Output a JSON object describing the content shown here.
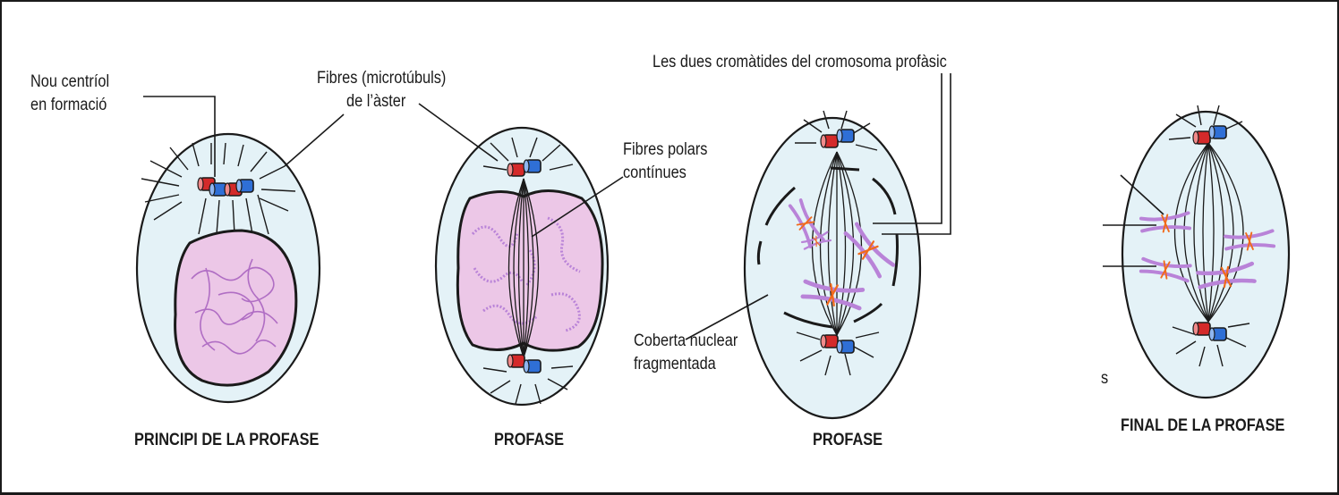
{
  "labels": {
    "new_centriole_line1": "Nou centríol",
    "new_centriole_line2": "en formació",
    "aster_fibres_line1": "Fibres (microtúbuls)",
    "aster_fibres_line2": "de l’àster",
    "polar_fibres_line1": "Fibres polars",
    "polar_fibres_line2": "contínues",
    "chromatids": "Les dues cromàtides del cromosoma profàsic",
    "envelope_line1": "Coberta nuclear",
    "envelope_line2": "fragmentada",
    "stray_letter": "s"
  },
  "captions": {
    "stage1": "PRINCIPI DE LA PROFASE",
    "stage2": "PROFASE",
    "stage3": "PROFASE",
    "stage4": "FINAL DE LA PROFASE"
  },
  "colors": {
    "cytoplasm": "#e4f2f7",
    "outline": "#1a1a1a",
    "nucleus": "#ecc7e7",
    "chromatin": "#b06ec4",
    "chromosome": "#b983d8",
    "centromere": "#f26a1b",
    "centriole_red": "#d42a2a",
    "centriole_blue": "#2f6fd6"
  }
}
